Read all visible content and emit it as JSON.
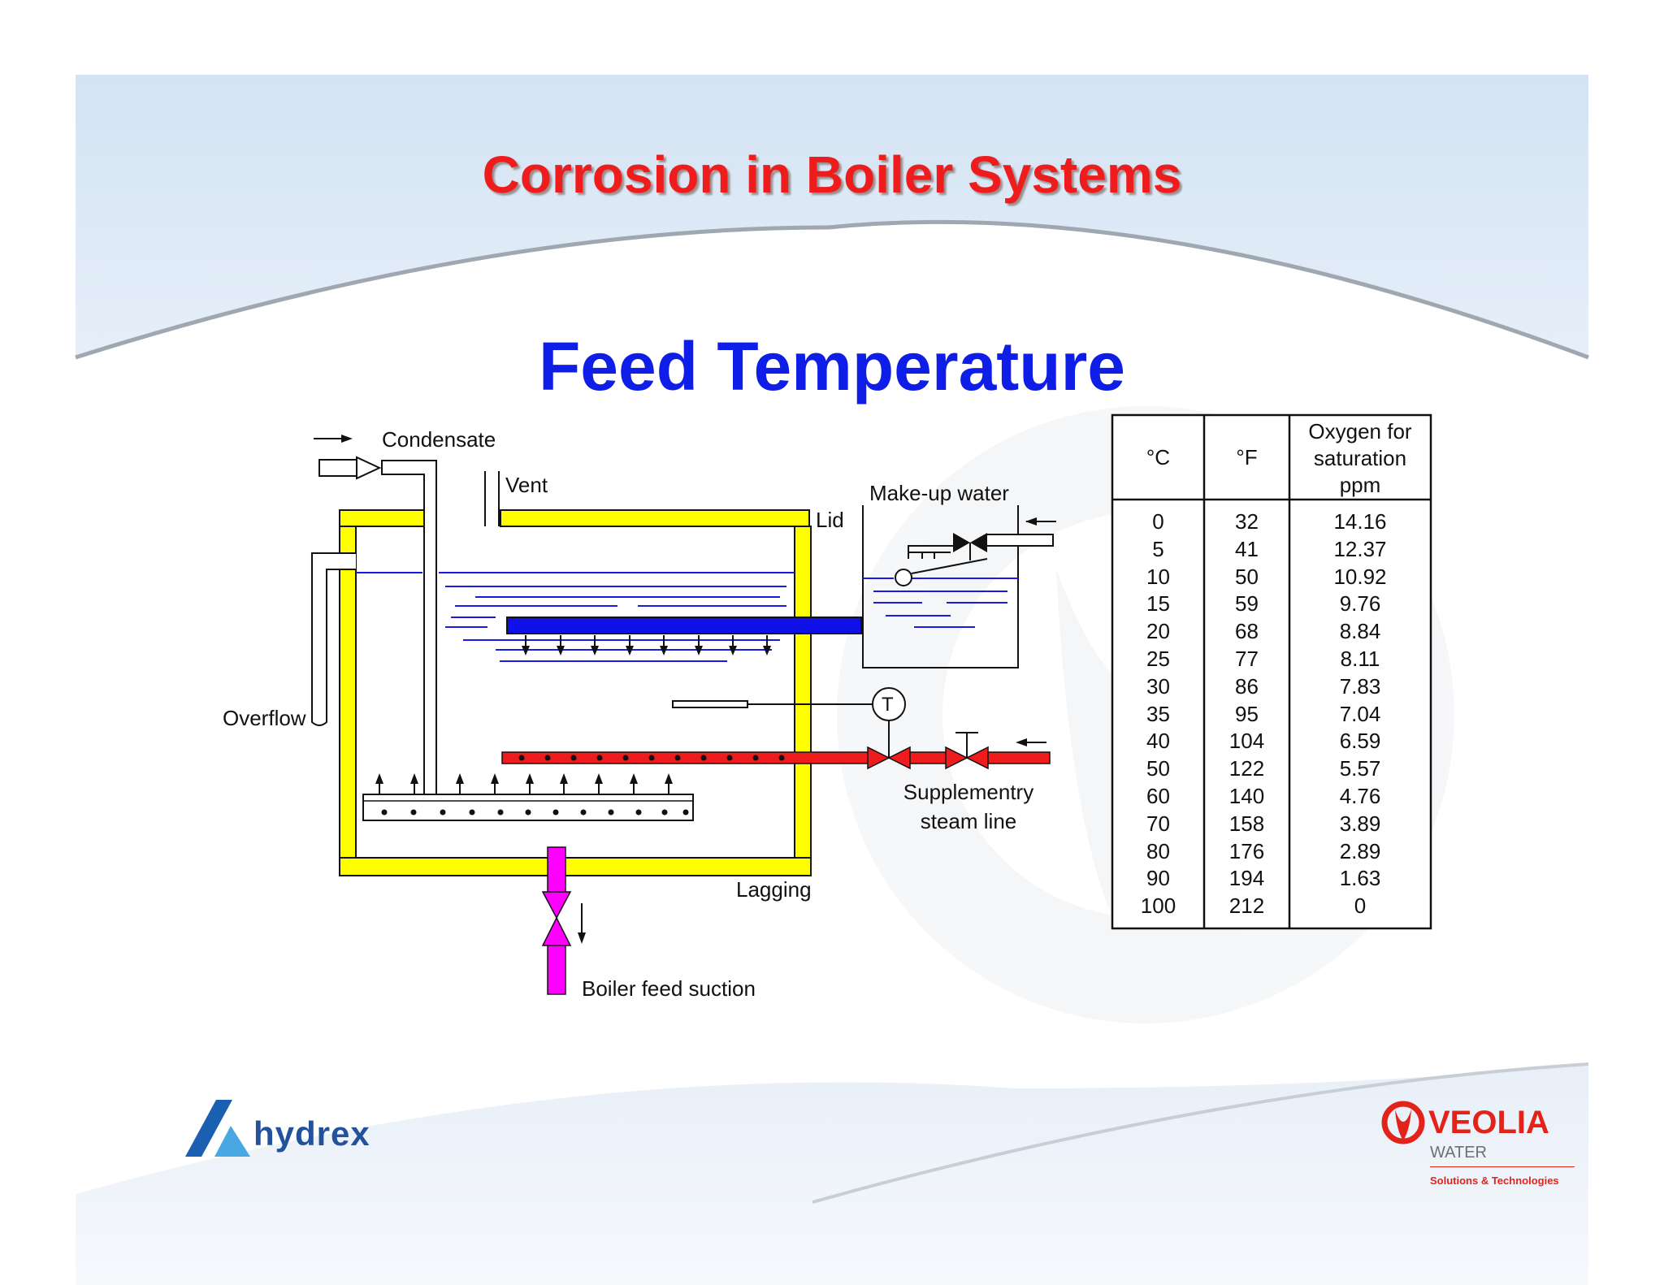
{
  "header": {
    "title": "Corrosion in Boiler Systems"
  },
  "slide": {
    "heading": "Feed Temperature"
  },
  "diagram": {
    "labels": {
      "condensate": "Condensate",
      "vent": "Vent",
      "lid": "Lid",
      "makeup_water": "Make-up water",
      "overflow": "Overflow",
      "temperature_symbol": "T",
      "supplementary_steam_line_1": "Supplementry",
      "supplementary_steam_line_2": "steam line",
      "lagging": "Lagging",
      "boiler_feed_suction": "Boiler feed suction"
    },
    "colors": {
      "lagging": "#ffff00",
      "condensate_pipe": "#1010e8",
      "steam_pipe": "#ee1c1c",
      "suction_pipe": "#ff00ff",
      "water": "#1a1ae0"
    }
  },
  "table": {
    "headers": {
      "celsius": "°C",
      "fahrenheit": "°F",
      "oxygen_line1": "Oxygen for",
      "oxygen_line2": "saturation",
      "oxygen_line3": "ppm"
    },
    "celsius": [
      "0",
      "5",
      "10",
      "15",
      "20",
      "25",
      "30",
      "35",
      "40",
      "50",
      "60",
      "70",
      "80",
      "90",
      "100"
    ],
    "fahrenheit": [
      "32",
      "41",
      "50",
      "59",
      "68",
      "77",
      "86",
      "95",
      "104",
      "122",
      "140",
      "158",
      "176",
      "194",
      "212"
    ],
    "oxygen_ppm": [
      "14.16",
      "12.37",
      "10.92",
      "9.76",
      "8.84",
      "8.11",
      "7.83",
      "7.04",
      "6.59",
      "5.57",
      "4.76",
      "3.89",
      "2.89",
      "1.63",
      "0"
    ]
  },
  "logos": {
    "left_brand": "hydrex",
    "right_brand": "VEOLIA",
    "right_sub": "WATER",
    "right_tagline": "Solutions & Technologies"
  }
}
